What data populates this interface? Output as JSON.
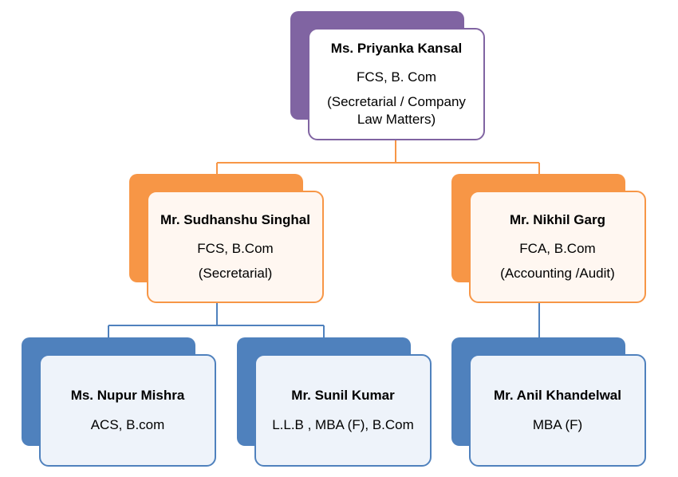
{
  "colors": {
    "top_level": "#8064a2",
    "second_level": "#f79646",
    "third_level": "#4f81bd"
  },
  "nodes": {
    "root": {
      "name": "Ms. Priyanka Kansal",
      "qualification": "FCS, B. Com",
      "role_line1": "(Secretarial / Company",
      "role_line2": "Law Matters)"
    },
    "sudhanshu": {
      "name": "Mr. Sudhanshu Singhal",
      "qualification": "FCS, B.Com",
      "role": "(Secretarial)"
    },
    "nikhil": {
      "name": "Mr. Nikhil Garg",
      "qualification": "FCA, B.Com",
      "role": "(Accounting /Audit)"
    },
    "nupur": {
      "name": "Ms. Nupur Mishra",
      "qualification": "ACS, B.com"
    },
    "sunil": {
      "name": "Mr. Sunil Kumar",
      "qualification": "L.L.B , MBA (F), B.Com"
    },
    "anil": {
      "name": "Mr. Anil Khandelwal",
      "qualification": "MBA (F)"
    }
  }
}
